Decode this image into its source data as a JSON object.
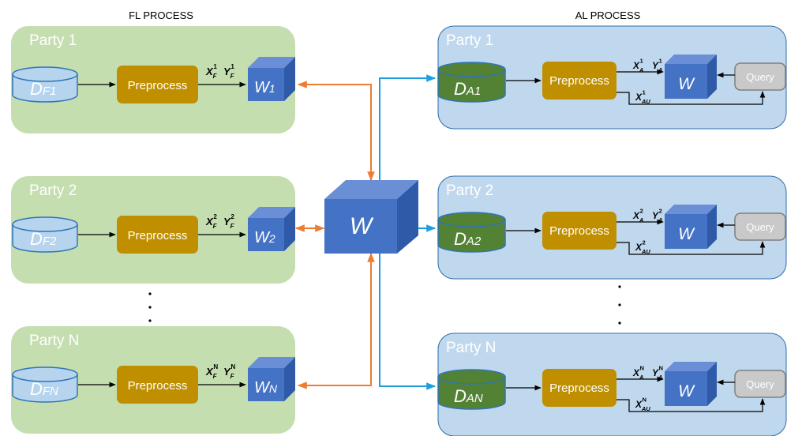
{
  "headers": {
    "fl": "FL PROCESS",
    "al": "AL PROCESS"
  },
  "fl_parties": [
    {
      "title": "Party 1",
      "db_main": "D",
      "db_sub": "F1",
      "preprocess": "Preprocess",
      "x_label": "X",
      "x_sub": "F",
      "x_sup": "1",
      "y_label": "Y",
      "y_sub": "F",
      "y_sup": "1",
      "model_main": "W",
      "model_sub": "1"
    },
    {
      "title": "Party 2",
      "db_main": "D",
      "db_sub": "F2",
      "preprocess": "Preprocess",
      "x_label": "X",
      "x_sub": "F",
      "x_sup": "2",
      "y_label": "Y",
      "y_sub": "F",
      "y_sup": "2",
      "model_main": "W",
      "model_sub": "2"
    },
    {
      "title": "Party N",
      "db_main": "D",
      "db_sub": "FN",
      "preprocess": "Preprocess",
      "x_label": "X",
      "x_sub": "F",
      "x_sup": "N",
      "y_label": "Y",
      "y_sub": "F",
      "y_sup": "N",
      "model_main": "W",
      "model_sub": "N"
    }
  ],
  "al_parties": [
    {
      "title": "Party 1",
      "db_main": "D",
      "db_sub": "A1",
      "preprocess": "Preprocess",
      "x_label": "X",
      "x_sub": "A",
      "x_sup": "1",
      "y_label": "Y",
      "y_sub": "A",
      "y_sup": "1",
      "xu_label": "X",
      "xu_sub": "AU",
      "xu_sup": "1",
      "model": "W",
      "query": "Query"
    },
    {
      "title": "Party 2",
      "db_main": "D",
      "db_sub": "A2",
      "preprocess": "Preprocess",
      "x_label": "X",
      "x_sub": "A",
      "x_sup": "2",
      "y_label": "Y",
      "y_sub": "A",
      "y_sup": "2",
      "xu_label": "X",
      "xu_sub": "AU",
      "xu_sup": "2",
      "model": "W",
      "query": "Query"
    },
    {
      "title": "Party N",
      "db_main": "D",
      "db_sub": "AN",
      "preprocess": "Preprocess",
      "x_label": "X",
      "x_sub": "A",
      "x_sup": "N",
      "y_label": "Y",
      "y_sub": "A",
      "y_sup": "N",
      "xu_label": "X",
      "xu_sub": "AU",
      "xu_sup": "N",
      "model": "W",
      "query": "Query"
    }
  ],
  "global_model": "W",
  "colors": {
    "fl_panel": "#c5deb0",
    "al_panel": "#c0d8ee",
    "al_panel_border": "#2e6ea8",
    "preprocess": "#bf8f00",
    "fl_db_fill": "#b7d4ef",
    "fl_db_stroke": "#2e75b6",
    "al_db_fill": "#548235",
    "al_db_stroke": "#2e75b6",
    "cube_front": "#4472c4",
    "cube_top": "#6a8fd6",
    "cube_side": "#2f5aa8",
    "query_fill": "#c9c9c9",
    "query_stroke": "#7f7f7f",
    "fl_arrow": "#ed7d31",
    "al_arrow": "#1ea0e0"
  }
}
